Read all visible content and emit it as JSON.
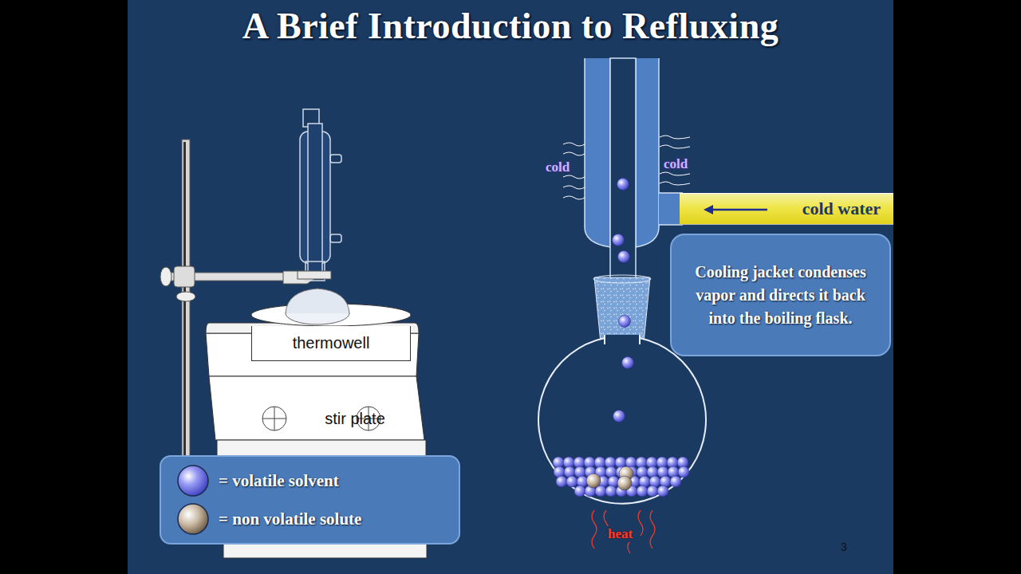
{
  "diagram": {
    "title": "A Brief Introduction to Refluxing",
    "nodes": [
      {
        "text": [
          "thermowell"
        ]
      },
      {
        "text": [
          "stir plate"
        ]
      },
      {
        "text": [
          "cold water"
        ]
      },
      {
        "text": [
          "Cooling jacket condenses vapor and directs it back into the boiling flask."
        ]
      }
    ],
    "edges": [],
    "labels": [
      "cold",
      "cold",
      "heat",
      "3"
    ],
    "legend": [
      {
        "text": "= volatile solvent"
      },
      {
        "text": "= non volatile solute"
      }
    ]
  }
}
